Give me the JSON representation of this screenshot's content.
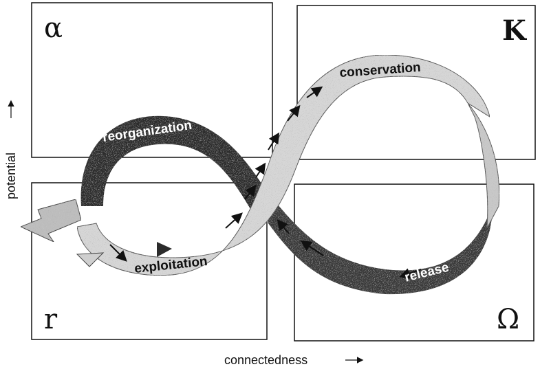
{
  "quadrants": {
    "alpha": "α",
    "k": "K",
    "r": "r",
    "omega": "Ω"
  },
  "phases": {
    "reorganization": "reorganization",
    "conservation": "conservation",
    "exploitation": "exploitation",
    "release": "release"
  },
  "axes": {
    "x_label": "connectedness",
    "y_label": "potential"
  },
  "colors": {
    "ink": "#111111",
    "dark_ribbon": "#2b2b2b",
    "light_ribbon": "#cfcfcf"
  }
}
